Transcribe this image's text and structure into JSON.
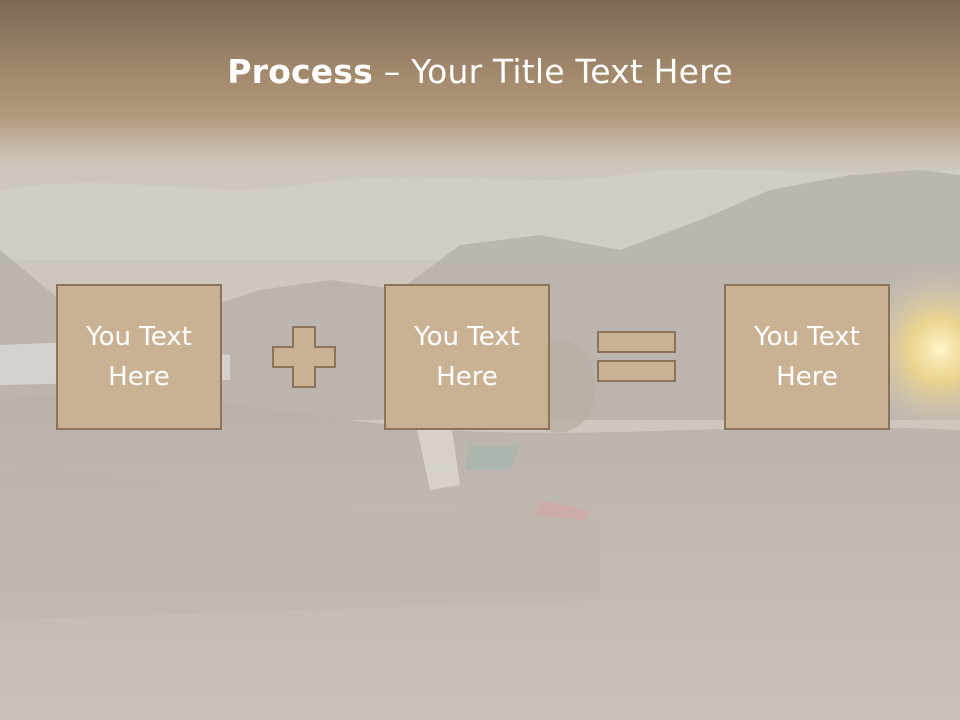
{
  "title": {
    "bold": "Process",
    "separator": " – ",
    "rest": "Your Title Text Here"
  },
  "boxes": [
    {
      "text": "You Text Here"
    },
    {
      "text": "You Text Here"
    },
    {
      "text": "You Text Here"
    }
  ],
  "operators": [
    "plus-icon",
    "equals-icon"
  ],
  "colors": {
    "title_band": "#a38a6d",
    "box_fill": "#c9b193",
    "box_border": "#8c7258",
    "text": "#ffffff",
    "background": "#c9c3bc"
  }
}
